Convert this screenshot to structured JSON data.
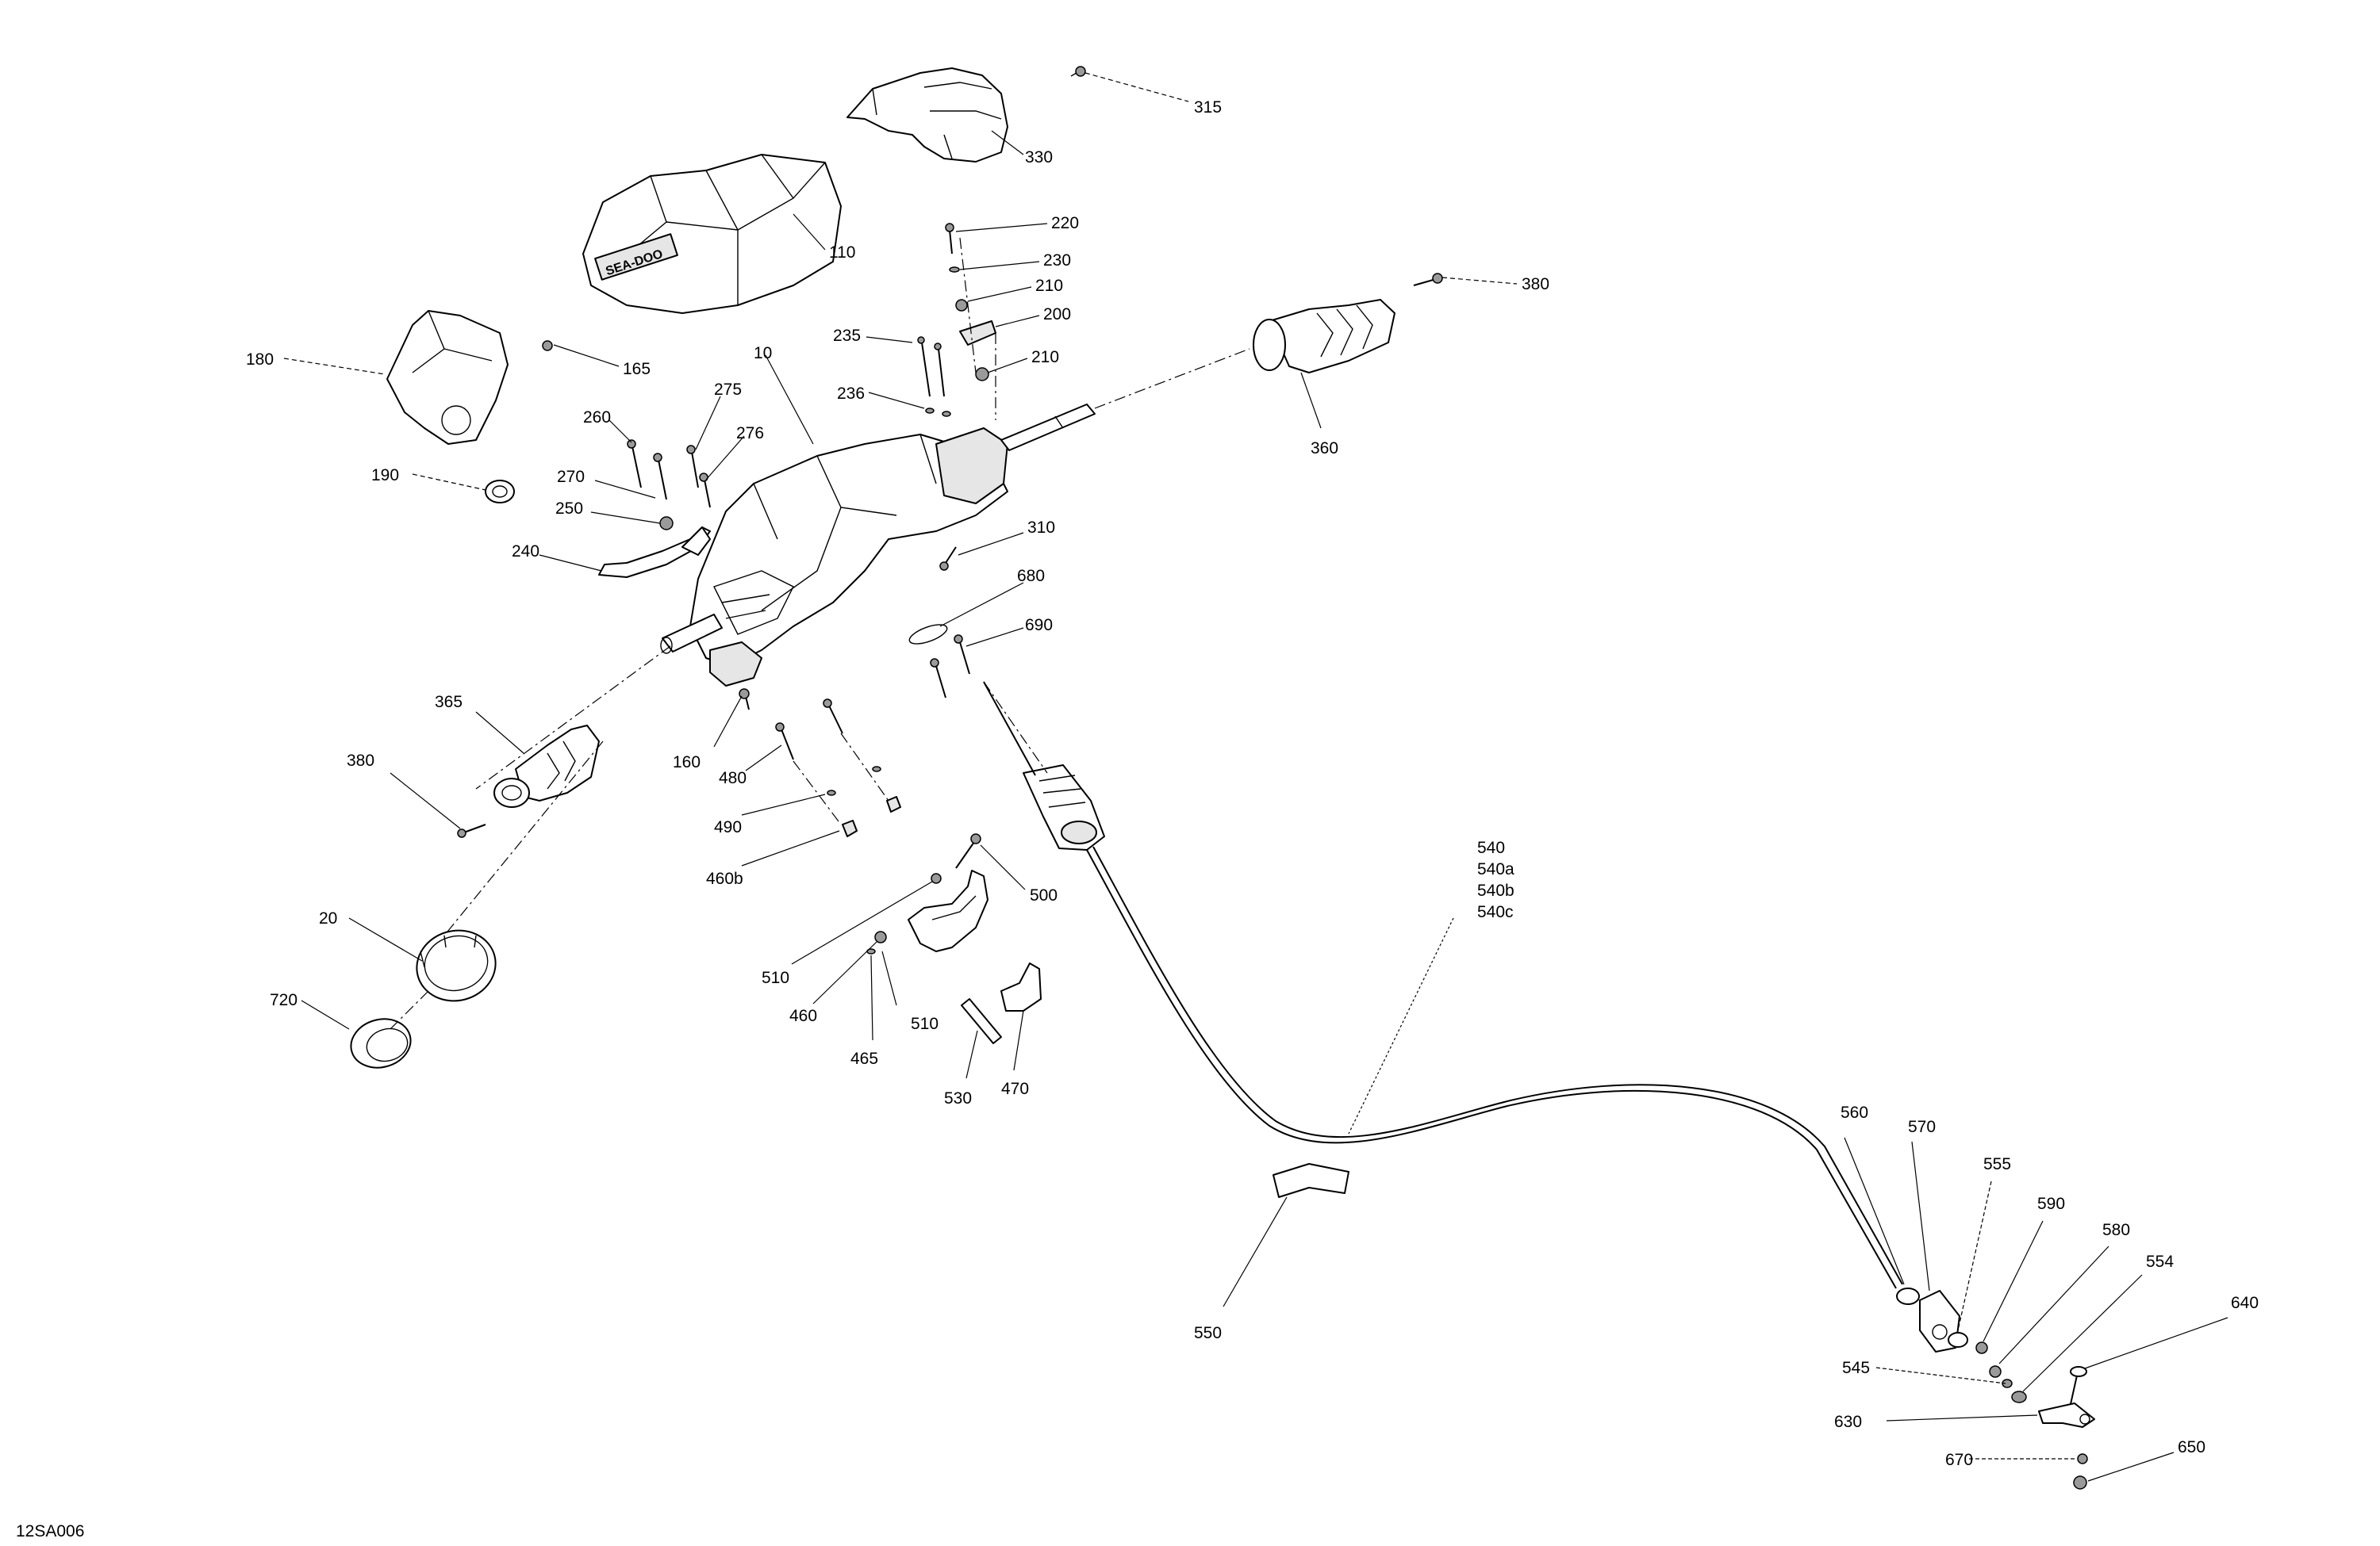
{
  "drawing_code": "12SA006",
  "callouts": [
    {
      "id": "315",
      "label": "315"
    },
    {
      "id": "330",
      "label": "330"
    },
    {
      "id": "110",
      "label": "110"
    },
    {
      "id": "220",
      "label": "220"
    },
    {
      "id": "230",
      "label": "230"
    },
    {
      "id": "210a",
      "label": "210"
    },
    {
      "id": "200",
      "label": "200"
    },
    {
      "id": "210b",
      "label": "210"
    },
    {
      "id": "235",
      "label": "235"
    },
    {
      "id": "236",
      "label": "236"
    },
    {
      "id": "380a",
      "label": "380"
    },
    {
      "id": "360",
      "label": "360"
    },
    {
      "id": "180",
      "label": "180"
    },
    {
      "id": "165",
      "label": "165"
    },
    {
      "id": "10",
      "label": "10"
    },
    {
      "id": "275",
      "label": "275"
    },
    {
      "id": "260",
      "label": "260"
    },
    {
      "id": "276",
      "label": "276"
    },
    {
      "id": "190",
      "label": "190"
    },
    {
      "id": "270",
      "label": "270"
    },
    {
      "id": "250",
      "label": "250"
    },
    {
      "id": "240",
      "label": "240"
    },
    {
      "id": "310",
      "label": "310"
    },
    {
      "id": "680",
      "label": "680"
    },
    {
      "id": "690",
      "label": "690"
    },
    {
      "id": "365",
      "label": "365"
    },
    {
      "id": "380b",
      "label": "380"
    },
    {
      "id": "160",
      "label": "160"
    },
    {
      "id": "480",
      "label": "480"
    },
    {
      "id": "490",
      "label": "490"
    },
    {
      "id": "460b",
      "label": "460b"
    },
    {
      "id": "500",
      "label": "500"
    },
    {
      "id": "20",
      "label": "20"
    },
    {
      "id": "510a",
      "label": "510"
    },
    {
      "id": "460",
      "label": "460"
    },
    {
      "id": "510b",
      "label": "510"
    },
    {
      "id": "465",
      "label": "465"
    },
    {
      "id": "530",
      "label": "530"
    },
    {
      "id": "470",
      "label": "470"
    },
    {
      "id": "720",
      "label": "720"
    },
    {
      "id": "540",
      "label": "540"
    },
    {
      "id": "540a",
      "label": "540a"
    },
    {
      "id": "540b",
      "label": "540b"
    },
    {
      "id": "540c",
      "label": "540c"
    },
    {
      "id": "550",
      "label": "550"
    },
    {
      "id": "560",
      "label": "560"
    },
    {
      "id": "570",
      "label": "570"
    },
    {
      "id": "555",
      "label": "555"
    },
    {
      "id": "590",
      "label": "590"
    },
    {
      "id": "580",
      "label": "580"
    },
    {
      "id": "554",
      "label": "554"
    },
    {
      "id": "640",
      "label": "640"
    },
    {
      "id": "545",
      "label": "545"
    },
    {
      "id": "630",
      "label": "630"
    },
    {
      "id": "670",
      "label": "670"
    },
    {
      "id": "650",
      "label": "650"
    }
  ],
  "brand_text": "SEA-DOO"
}
